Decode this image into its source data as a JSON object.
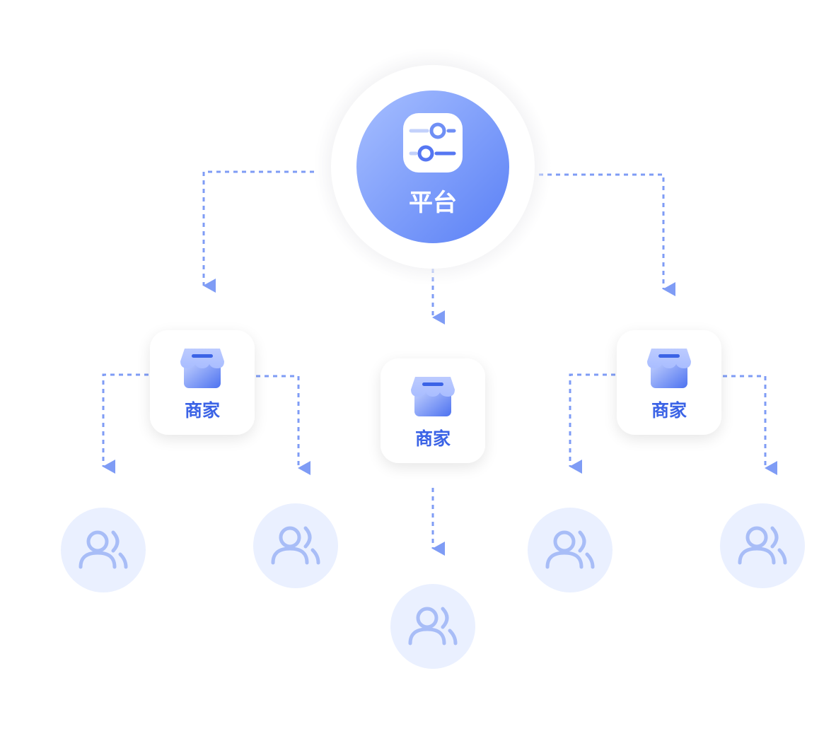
{
  "colors": {
    "accent": "#5b82f5",
    "accent_light": "#9bb6ff",
    "connector": "#7f9cf5",
    "merchant_label": "#3b63e6",
    "user_circle_bg": "#eaf0ff",
    "user_icon": "#a8bdf7",
    "card_bg": "#ffffff"
  },
  "platform": {
    "label": "平台",
    "icon": "sliders-icon"
  },
  "merchants": [
    {
      "label": "商家",
      "icon": "store-icon"
    },
    {
      "label": "商家",
      "icon": "store-icon"
    },
    {
      "label": "商家",
      "icon": "store-icon"
    }
  ],
  "users": [
    {
      "icon": "users-icon"
    },
    {
      "icon": "users-icon"
    },
    {
      "icon": "users-icon"
    },
    {
      "icon": "users-icon"
    },
    {
      "icon": "users-icon"
    }
  ]
}
